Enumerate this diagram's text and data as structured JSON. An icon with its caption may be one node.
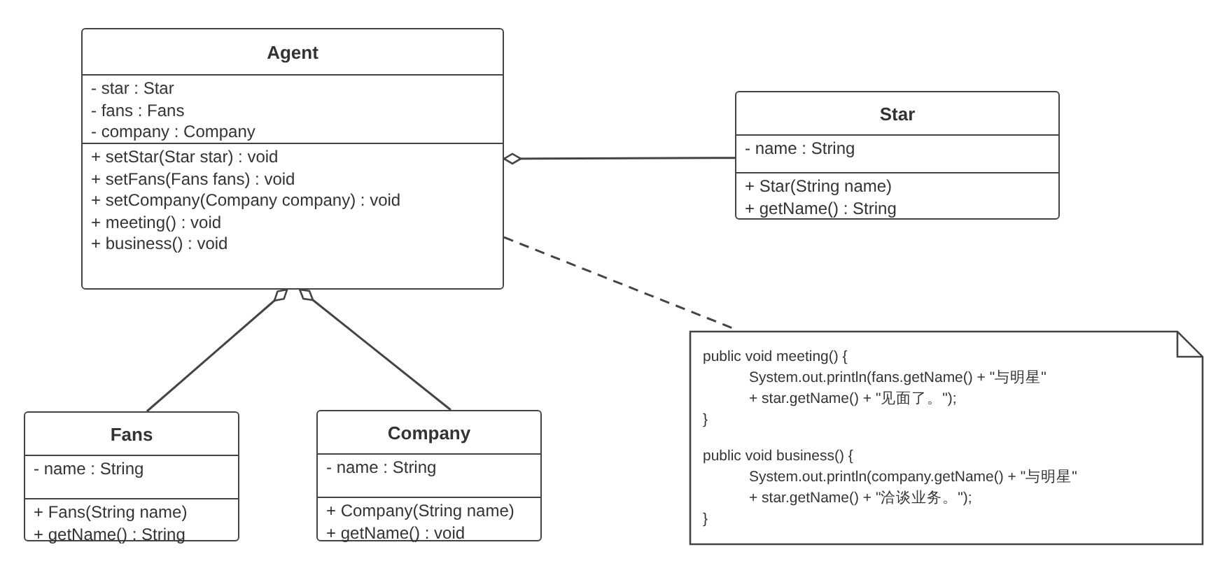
{
  "diagram": {
    "nodes": [
      {
        "text": [
          "Agent",
          "- star : Star",
          "- fans : Fans",
          "- company : Company",
          "+ setStar(Star star) : void",
          "+ setFans(Fans fans) : void",
          "+ setCompany(Company company) : void",
          "+ meeting() : void",
          "+ business() : void"
        ]
      },
      {
        "text": [
          "Star",
          "- name : String",
          "+ Star(String name)",
          "+ getName() : String"
        ]
      },
      {
        "text": [
          "Fans",
          "- name : String",
          "+ Fans(String name)",
          "+ getName() : String"
        ]
      },
      {
        "text": [
          "Company",
          "- name : String",
          "+ Company(String name)",
          "+ getName() : void"
        ]
      },
      {
        "text": [
          "public void meeting() {",
          "System.out.println(fans.getName() + \"与明星\"",
          "+ star.getName() + \"见面了。\");",
          "}",
          "public void business() {",
          "System.out.println(company.getName() + \"与明星\"",
          "+ star.getName() + \"洽谈业务。\");",
          "}"
        ]
      }
    ],
    "edges": [
      {
        "from": 0,
        "to": 1,
        "arrow": "other"
      },
      {
        "from": 0,
        "to": 2,
        "arrow": "other"
      },
      {
        "from": 0,
        "to": 3,
        "arrow": "other"
      },
      {
        "from": 0,
        "to": 4,
        "arrow": "none",
        "style": "dashed"
      }
    ]
  }
}
